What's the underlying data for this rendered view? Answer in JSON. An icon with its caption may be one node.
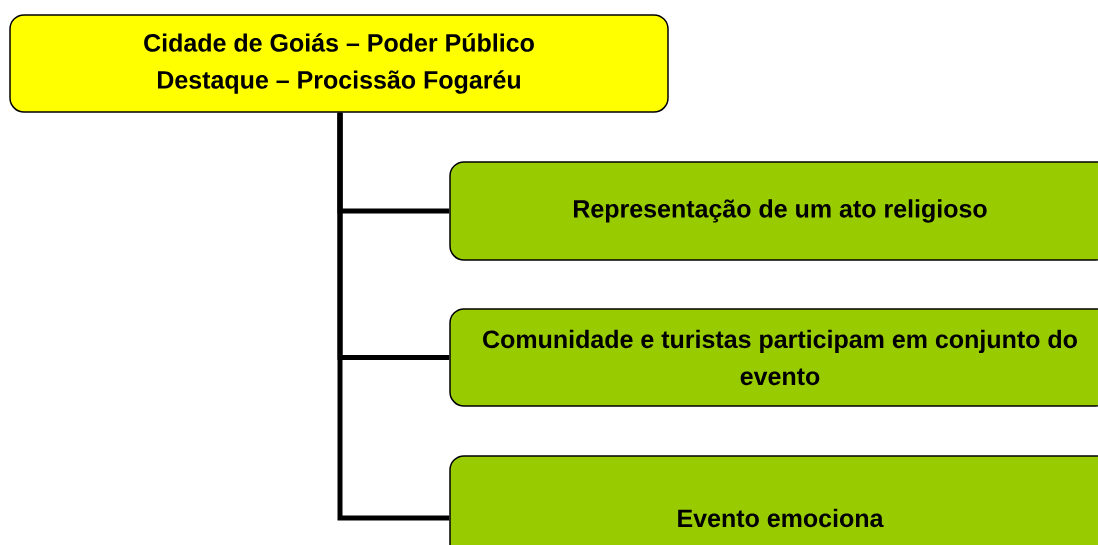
{
  "diagram": {
    "nodes": [
      {
        "text": [
          "Cidade de Goiás – Poder Público",
          "Destaque – Procissão Fogaréu"
        ]
      },
      {
        "text": [
          "Representação de um ato religioso"
        ]
      },
      {
        "text": [
          "Comunidade e turistas participam em conjunto do evento"
        ]
      },
      {
        "text": [
          "Evento emociona"
        ]
      }
    ],
    "edges": [
      {
        "from": 0,
        "to": 1,
        "arrow": "none"
      },
      {
        "from": 0,
        "to": 2,
        "arrow": "none"
      },
      {
        "from": 0,
        "to": 3,
        "arrow": "none"
      }
    ]
  }
}
